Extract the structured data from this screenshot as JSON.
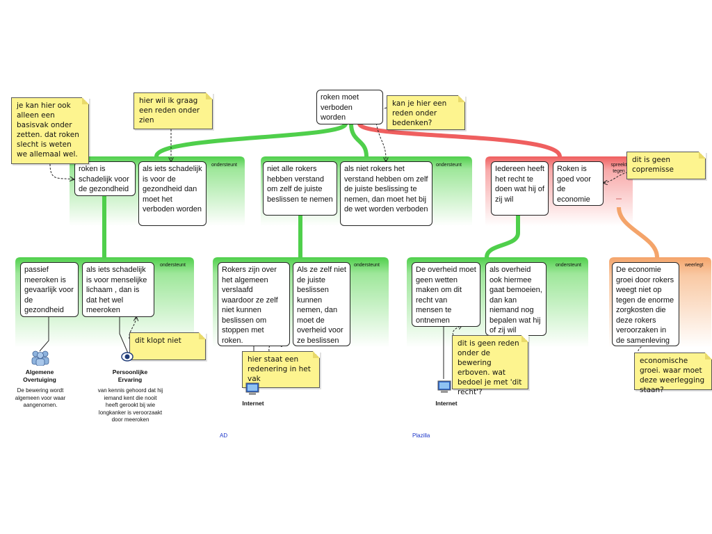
{
  "colors": {
    "support_green": "#4fcf4b",
    "oppose_red": "#ef5f5f",
    "rebut_orange": "#f4a46a",
    "note_yellow": "#fdf48f",
    "link_blue": "#1b35c9"
  },
  "main_claim": {
    "text": "roken moet verboden worden"
  },
  "groups": {
    "g1_label": "ondersteunt",
    "g2_label": "ondersteunt",
    "g3_label": "spreekt tegen",
    "g4_label": "ondersteunt",
    "g5_label": "ondersteunt",
    "g6_label": "ondersteunt",
    "g7_label": "weerlegt"
  },
  "premises": {
    "p1": "roken is schadelijk voor de gezondheid",
    "p2": "als iets schadelijk is voor de gezondheid dan moet het verboden worden",
    "p3": "niet alle rokers hebben verstand om zelf de juiste beslissen te nemen",
    "p4": "als niet rokers het verstand hebben om zelf de juiste beslissing te nemen, dan moet het bij de wet worden verboden",
    "p5": "Iedereen heeft het recht te doen wat hij of zij wil",
    "p6": "Roken is goed voor de economie",
    "p7": "passief meeroken is gevaarlijk voor de gezondheid",
    "p8": "als iets schadelijk is voor  menselijke lichaam , dan is dat het wel meeroken",
    "p9": "Rokers zijn over het algemeen verslaafd waardoor ze zelf niet kunnen beslissen om stoppen met roken.",
    "p10": "Als ze zelf niet de juiste beslissen kunnen nemen, dan moet de overheid voor ze beslissen",
    "p11": "De overheid moet geen wetten maken om dit recht van mensen te ontnemen",
    "p12": "als overheid ook hiermee gaat bemoeien, dan kan niemand nog bepalen wat hij of zij wil",
    "p13": "De economie groei door rokers weegt niet op tegen de enorme zorgkosten die deze rokers veroorzaken in de samenleving"
  },
  "notes": {
    "n1": "je kan hier ook alleen een basisvak onder zetten. dat roken slecht is weten we allemaal wel.",
    "n2": "hier wil ik graag een reden onder zien",
    "n3": "kan je hier een reden onder bedenken?",
    "n4": "dit is geen copremisse",
    "n5": "dit klopt niet",
    "n6": "hier staat een redenering in het vak",
    "n7": "dit is geen reden onder de bewering erboven. wat bedoel je met 'dit recht'?",
    "n8": "economische groei. waar moet deze weerlegging staan?"
  },
  "sources": {
    "s1_title": "Algemene Overtuiging",
    "s1_desc": "De bewering wordt algemeen voor waar aangenomen.",
    "s2_title": "Persoonlijke Ervaring",
    "s2_desc": "van kennis gehoord dat hij iemand kent die  nooit heeft gerookt bij wie longkanker is veroorzaakt door meeroken",
    "s3_title": "Internet",
    "s4_title": "Internet",
    "link1": "AD",
    "link2": "Plazilla"
  }
}
